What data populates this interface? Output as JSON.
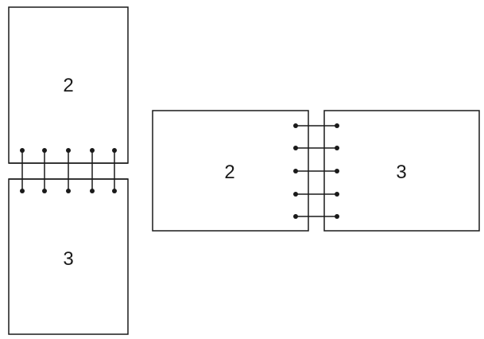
{
  "diagram": {
    "top_bottom_binding": {
      "upper_page_number": "2",
      "lower_page_number": "3"
    },
    "left_right_binding": {
      "left_page_number": "2",
      "right_page_number": "3"
    }
  },
  "colors": {
    "line": "#1a1a1a",
    "background": "#ffffff"
  }
}
